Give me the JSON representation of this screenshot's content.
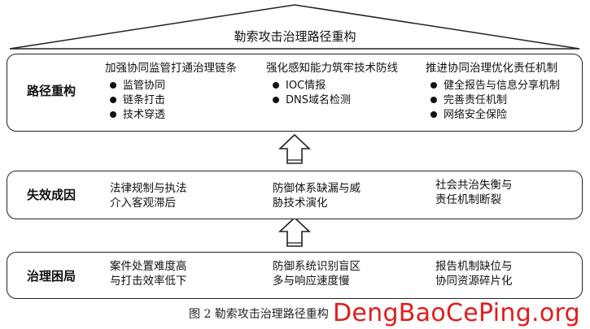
{
  "roof_title": "勒索攻击治理路径重构",
  "rows": {
    "top": {
      "label": "路径重构",
      "columns": [
        {
          "title": "加强协同监管打通治理链条",
          "bullets": [
            "监管协同",
            "链条打击",
            "技术穿透"
          ]
        },
        {
          "title": "强化感知能力筑牢技术防线",
          "bullets": [
            "IOC情报",
            "DNS域名检测"
          ]
        },
        {
          "title": "推进协同治理优化责任机制",
          "bullets": [
            "健全报告与信息分享机制",
            "完善责任机制",
            "网络安全保险"
          ]
        }
      ]
    },
    "middle": {
      "label": "失效成因",
      "columns": [
        {
          "line1": "法律规制与执法",
          "line2": "介入客观滞后"
        },
        {
          "line1": "防御体系缺漏与威",
          "line2": "胁技术演化"
        },
        {
          "line1": "社会共治失衡与",
          "line2": "责任机制断裂"
        }
      ]
    },
    "bottom": {
      "label": "治理困局",
      "columns": [
        {
          "line1": "案件处置难度高",
          "line2": "与打击效率低下"
        },
        {
          "line1": "防御系统识别盲区",
          "line2": "多与响应速度慢"
        },
        {
          "line1": "报告机制缺位与",
          "line2": "协同资源碎片化"
        }
      ]
    }
  },
  "caption": "图 2    勒索攻击治理路径重构",
  "watermark": "DengBaoCePing.org"
}
